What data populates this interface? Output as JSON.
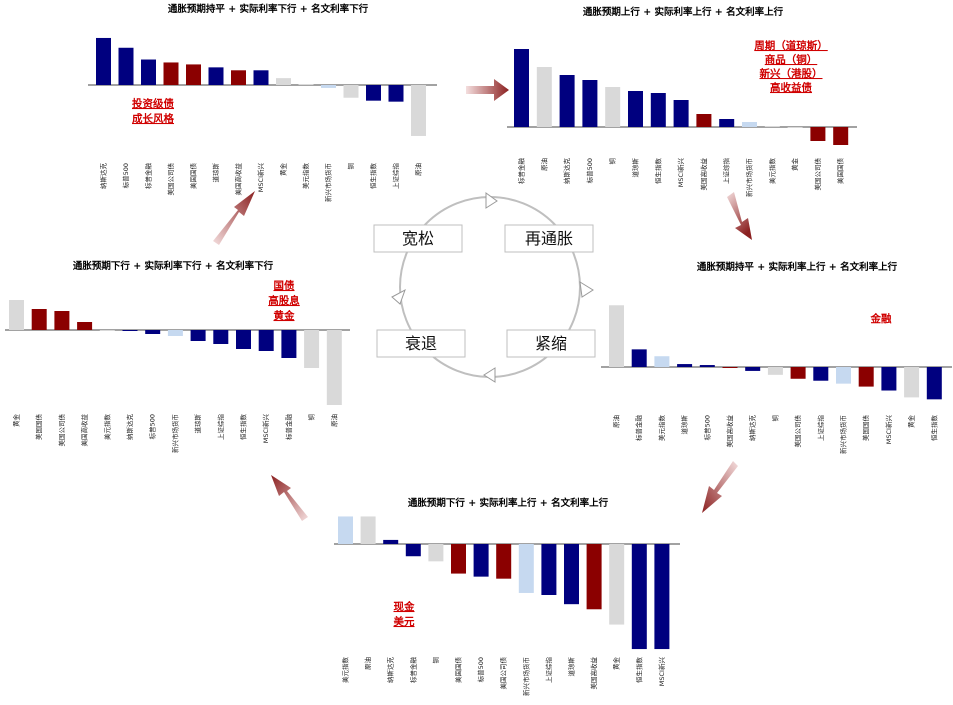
{
  "colors": {
    "navy": "#00007f",
    "red": "#8b0000",
    "grey": "#d9d9d9",
    "lightblue": "#c6d9f0",
    "cycle": "#bfbfbf",
    "annotation": "#d00000",
    "arrow": "#8b2020"
  },
  "cycle": {
    "phases": [
      "宽松",
      "再通胀",
      "紧缩",
      "衰退"
    ]
  },
  "chart_data": [
    {
      "id": "c1",
      "type": "bar",
      "title": "通胀预期持平 + 实际利率下行 + 名文利率下行",
      "annotations": [
        "投资级债",
        "成长风格"
      ],
      "annotation_underline": true,
      "categories": [
        "纳斯达克",
        "标普500",
        "标普金融",
        "美国公司债",
        "美国国债",
        "道琼斯",
        "美国高收益",
        "MSCI新兴",
        "黄金",
        "美元指数",
        "新兴市场货币",
        "铜",
        "恒生指数",
        "上证综指",
        "原油"
      ],
      "values": [
        48,
        38,
        26,
        23,
        21,
        18,
        15,
        15,
        7,
        1,
        -3,
        -13,
        -16,
        -17,
        -52
      ],
      "colors": [
        "navy",
        "navy",
        "navy",
        "red",
        "red",
        "navy",
        "red",
        "navy",
        "grey",
        "grey",
        "lightblue",
        "grey",
        "navy",
        "navy",
        "grey"
      ]
    },
    {
      "id": "c2",
      "type": "bar",
      "title": "通胀预期上行 + 实际利率上行 + 名文利率上行",
      "annotations": [
        "周期（道琼斯）",
        "商品（铜）",
        "新兴（港股）",
        "高收益债"
      ],
      "annotation_underline": true,
      "categories": [
        "标普金融",
        "原油",
        "纳斯达克",
        "标普500",
        "铜",
        "道琼斯",
        "恒生指数",
        "MSCI新兴",
        "美国高收益",
        "上证综指",
        "新兴市场货币",
        "美元指数",
        "黄金",
        "美国公司债",
        "美国国债"
      ],
      "values": [
        78,
        60,
        52,
        47,
        40,
        36,
        34,
        27,
        13,
        8,
        5,
        1,
        0,
        -14,
        -18
      ],
      "colors": [
        "navy",
        "grey",
        "navy",
        "navy",
        "grey",
        "navy",
        "navy",
        "navy",
        "red",
        "navy",
        "lightblue",
        "grey",
        "grey",
        "red",
        "red"
      ]
    },
    {
      "id": "c3",
      "type": "bar",
      "title": "通胀预期持平 + 实际利率上行 + 名文利率上行",
      "annotations": [
        "金融"
      ],
      "annotation_underline": false,
      "categories": [
        "原油",
        "标普金融",
        "美元指数",
        "道琼斯",
        "标普500",
        "美国高收益",
        "纳斯达克",
        "铜",
        "美国公司债",
        "上证综指",
        "新兴市场货币",
        "美国国债",
        "MSCI新兴",
        "黄金",
        "恒生指数"
      ],
      "values": [
        63,
        18,
        11,
        3,
        2,
        0,
        -4,
        -8,
        -12,
        -14,
        -17,
        -20,
        -24,
        -31,
        -33
      ],
      "colors": [
        "grey",
        "navy",
        "lightblue",
        "navy",
        "navy",
        "red",
        "navy",
        "grey",
        "red",
        "navy",
        "lightblue",
        "red",
        "navy",
        "grey",
        "navy"
      ]
    },
    {
      "id": "c4",
      "type": "bar",
      "title": "通胀预期下行 + 实际利率上行 + 名文利率上行",
      "annotations": [
        "现金",
        "美元"
      ],
      "annotation_underline": true,
      "categories": [
        "美元指数",
        "原油",
        "纳斯达克",
        "标普金融",
        "铜",
        "美国国债",
        "标普500",
        "美国公司债",
        "新兴市场货币",
        "上证综指",
        "道琼斯",
        "美国高收益",
        "黄金",
        "恒生指数",
        "MSCI新兴"
      ],
      "values": [
        27,
        27,
        4,
        -12,
        -17,
        -29,
        -32,
        -34,
        -48,
        -50,
        -59,
        -64,
        -79,
        -103,
        -103
      ],
      "colors": [
        "lightblue",
        "grey",
        "navy",
        "navy",
        "grey",
        "red",
        "navy",
        "red",
        "lightblue",
        "navy",
        "navy",
        "red",
        "grey",
        "navy",
        "navy"
      ]
    },
    {
      "id": "c5",
      "type": "bar",
      "title": "通胀预期下行 + 实际利率下行 + 名文利率下行",
      "annotations": [
        "国债",
        "高股息",
        "黄金"
      ],
      "annotation_underline": true,
      "categories": [
        "黄金",
        "美国国债",
        "美国公司债",
        "美国高收益",
        "美元指数",
        "纳斯达克",
        "标普500",
        "新兴市场货币",
        "道琼斯",
        "上证综指",
        "恒生指数",
        "MSCI新兴",
        "标普金融",
        "铜",
        "原油"
      ],
      "values": [
        30,
        21,
        19,
        8,
        0,
        -1,
        -4,
        -6,
        -11,
        -14,
        -19,
        -21,
        -28,
        -38,
        -75
      ],
      "colors": [
        "grey",
        "red",
        "red",
        "red",
        "grey",
        "navy",
        "navy",
        "lightblue",
        "navy",
        "navy",
        "navy",
        "navy",
        "navy",
        "grey",
        "grey"
      ]
    }
  ]
}
